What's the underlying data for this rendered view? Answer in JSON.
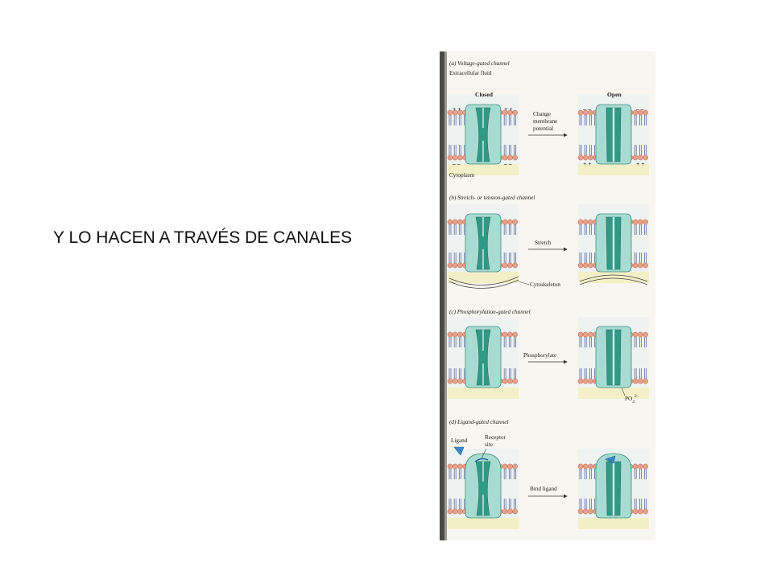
{
  "headline": "Y LO HACEN A TRAVÉS DE CANALES",
  "figure": {
    "panel_a": {
      "title": "(a) Voltage-gated channel",
      "extracellular": "Extracellular fluid",
      "closed": "Closed",
      "open": "Open",
      "arrow_lines": [
        "Change",
        "membrane",
        "potential"
      ],
      "cytoplasm": "Cytoplasm",
      "plus": "+ +",
      "minus": "– –"
    },
    "panel_b": {
      "title": "(b) Stretch- or tension-gated channel",
      "arrow": "Stretch",
      "cytoskeleton": "Cytoskeleton"
    },
    "panel_c": {
      "title": "(c) Phosphorylation-gated channel",
      "arrow": "Phosphorylate",
      "phosphate": "PO",
      "phosphate_sub": "4",
      "phosphate_sup": "2–"
    },
    "panel_d": {
      "title": "(d) Ligand-gated channel",
      "ligand": "Ligand",
      "receptor_lines": [
        "Receptor",
        "site"
      ],
      "arrow": "Bind ligand"
    }
  },
  "colors": {
    "channel_light": "#a8dcd2",
    "channel_dark": "#2f9a86",
    "lipid_head": "#e9a08a",
    "cytoplasm_bg": "#f3efc6",
    "extracellular_bg": "#e6f1f4",
    "ligand": "#3b86c9"
  }
}
